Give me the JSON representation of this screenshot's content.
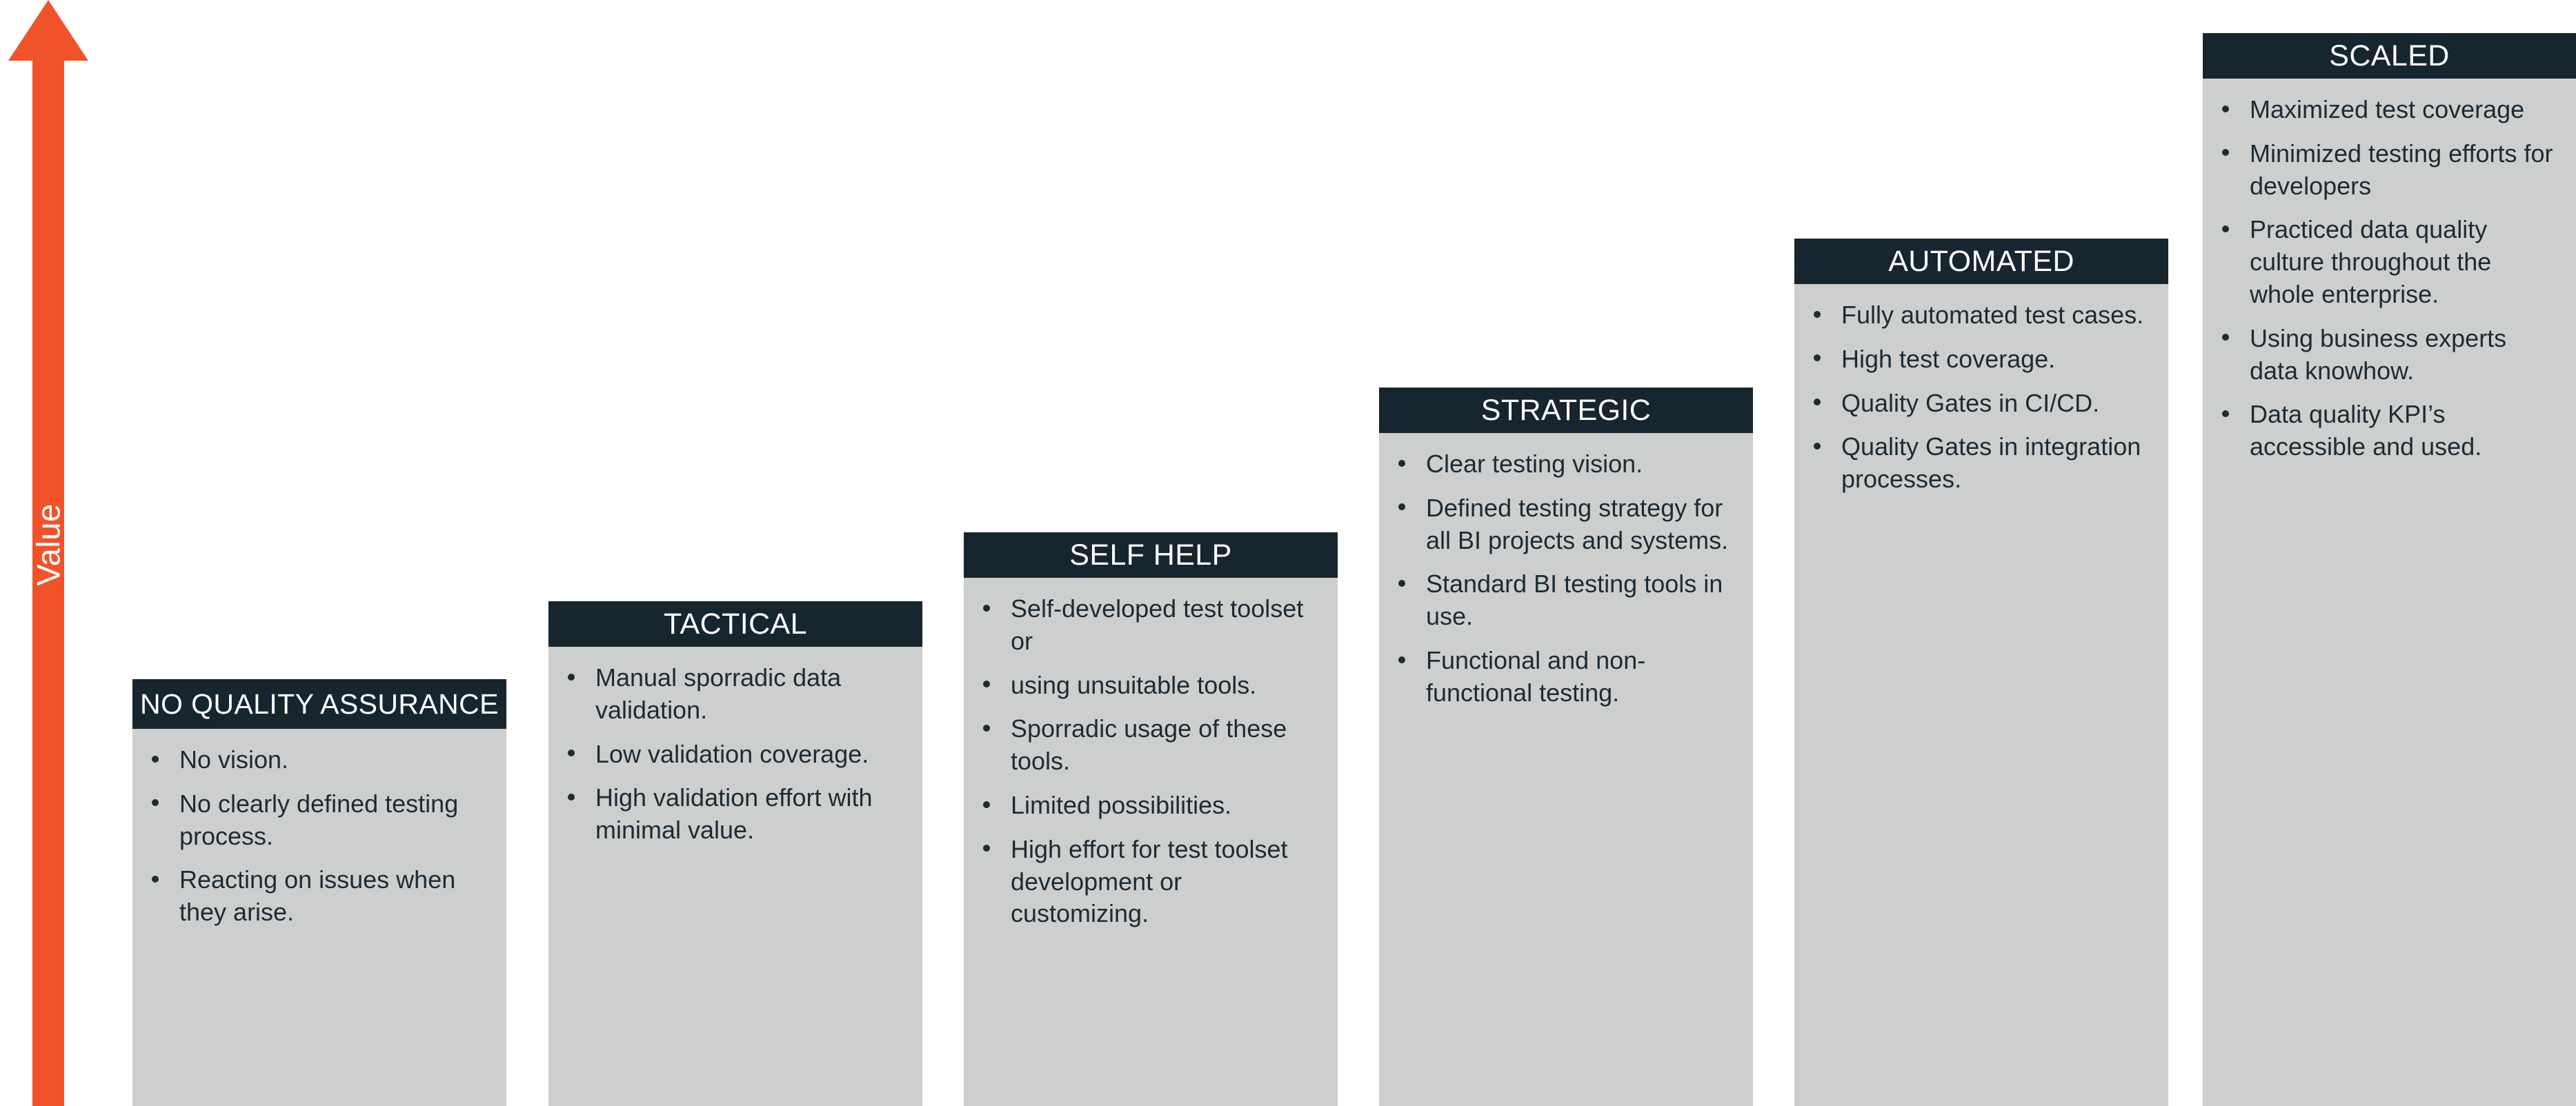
{
  "axis": {
    "label": "Value",
    "arrow_color": "#f0532a",
    "direction": "up"
  },
  "theme": {
    "header_bg": "#17252e",
    "header_text": "#ffffff",
    "body_bg": "#cdcfce",
    "body_text": "#1d2b34",
    "accent": "#f0532a",
    "page_bg": "#ffffff"
  },
  "chart_data": {
    "type": "bar",
    "title": "",
    "xlabel": "",
    "ylabel": "Value",
    "categories": [
      "NO QUALITY ASSURANCE",
      "TACTICAL",
      "SELF HELP",
      "STRATEGIC",
      "AUTOMATED",
      "SCALED"
    ],
    "values": [
      1,
      2,
      3,
      4,
      5,
      6
    ],
    "ylim": [
      0,
      6
    ],
    "grid": false,
    "legend": "none"
  },
  "stages": [
    {
      "title": "NO QUALITY ASSURANCE",
      "bullets": [
        "No vision.",
        "No clearly defined testing process.",
        "Reacting on issues when they arise."
      ]
    },
    {
      "title": "TACTICAL",
      "bullets": [
        "Manual sporradic data validation.",
        "Low validation coverage.",
        "High validation effort with minimal value."
      ]
    },
    {
      "title": "SELF HELP",
      "bullets": [
        "Self-developed test toolset or",
        "using unsuitable tools.",
        "Sporradic usage of these tools.",
        "Limited possibilities.",
        "High effort for test toolset development or customizing."
      ]
    },
    {
      "title": "STRATEGIC",
      "bullets": [
        "Clear testing vision.",
        "Defined testing strategy for all BI projects and systems.",
        "Standard BI testing tools in use.",
        "Functional and non-functional testing."
      ]
    },
    {
      "title": "AUTOMATED",
      "bullets": [
        "Fully automated test cases.",
        "High test coverage.",
        "Quality Gates in CI/CD.",
        "Quality Gates in integration processes."
      ]
    },
    {
      "title": "SCALED",
      "bullets": [
        "Maximized test coverage",
        "Minimized testing efforts for developers",
        "Practiced data quality culture throughout the whole enterprise.",
        "Using business experts data knowhow.",
        "Data quality KPI’s accessible and used."
      ]
    }
  ]
}
